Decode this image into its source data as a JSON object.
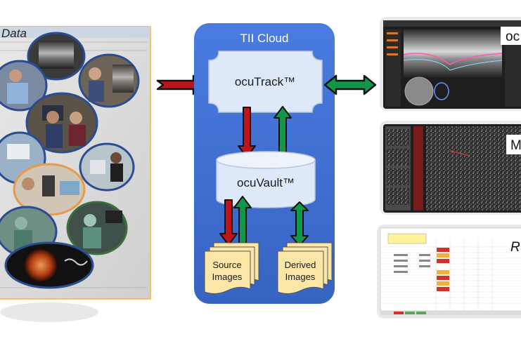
{
  "left_panel": {
    "label": "Data"
  },
  "cloud": {
    "title": "TII Cloud"
  },
  "nodes": {
    "track": {
      "label": "ocuTrack™"
    },
    "vault": {
      "label": "ocuVault™"
    },
    "source": {
      "line1": "Source",
      "line2": "Images"
    },
    "derived": {
      "line1": "Derived",
      "line2": "Images"
    }
  },
  "right_panels": [
    {
      "label": "oc"
    },
    {
      "label": "M"
    },
    {
      "label": "R"
    }
  ],
  "colors": {
    "cloud_blue": "#3f6fcf",
    "box_fill": "#dde8f8",
    "doc_fill": "#fbe6a8",
    "arrow_red": "#c0141c",
    "arrow_green": "#11964a"
  }
}
